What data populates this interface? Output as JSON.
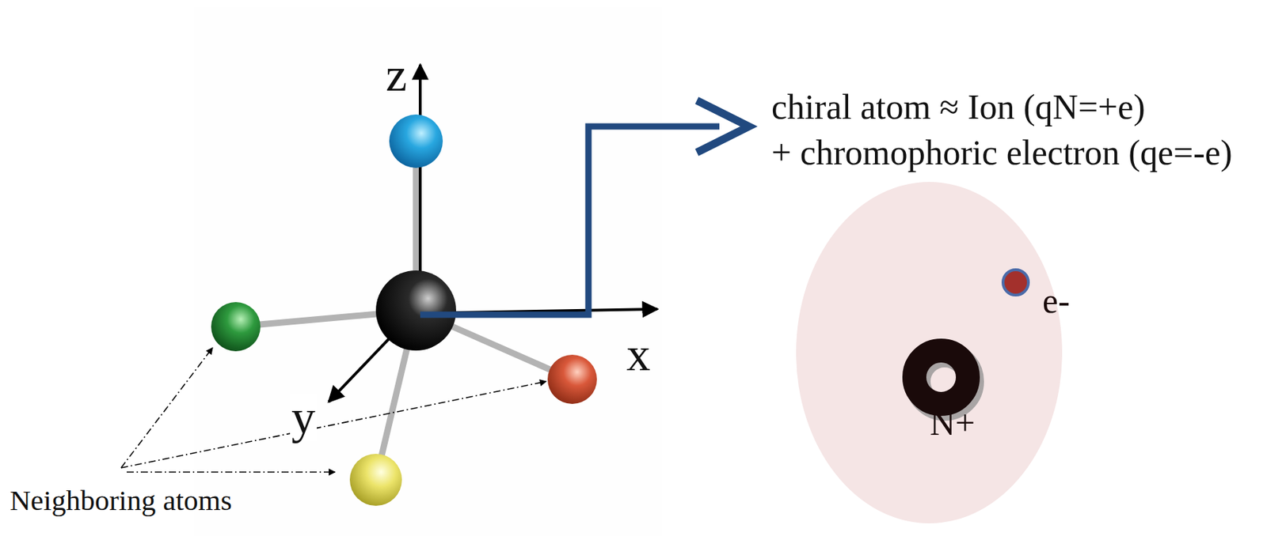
{
  "diagram": {
    "nodes": [
      {
        "text": [
          "e-",
          "N+"
        ]
      }
    ],
    "labels": [
      "z",
      "y",
      "x",
      "Neighboring atoms",
      "chiral atom ≈ Ion (qN=+e)",
      "+ chromophoric electron (qe=-e)"
    ]
  }
}
